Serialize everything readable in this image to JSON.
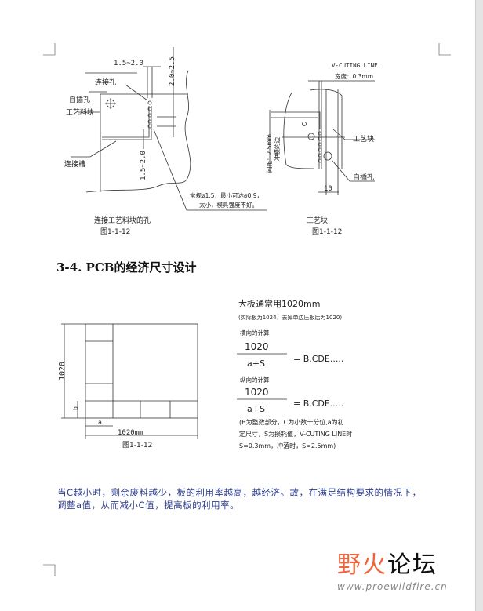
{
  "figure_left": {
    "dim_top": "1.5~2.0",
    "dim_vertical_top": "2.0~2.5",
    "dim_vertical_bottom": "1.5~2.0",
    "label_connect_hole": "连接孔",
    "label_self_insert_hole": "自插孔",
    "label_process_block": "工艺料块",
    "label_connect_slot": "连接槽",
    "note_line1": "常规ø1.5，最小可达ø0.9，",
    "note_line2": "太小，模具强度不好。",
    "caption": "连接工艺料块的孔",
    "figure_no": "图1-1-12"
  },
  "figure_right": {
    "vcut_label": "V-CUTING LINE",
    "vcut_width": "宽度：0.3mm",
    "die_edge_label": "冲模的边",
    "die_edge_spacing": "间距：2.5mm",
    "label_process_block": "工艺块",
    "label_self_insert_hole": "自插孔",
    "dim_10": "10",
    "caption": "工艺块",
    "figure_no": "图1-1-12"
  },
  "section_heading": "3-4.  PCB的经济尺寸设计",
  "figure_board": {
    "dim_height": "1020",
    "dim_width": "1020mm",
    "label_a": "a",
    "label_b": "b",
    "figure_no": "图1-1-12"
  },
  "formulas": {
    "title": "大板通常用1020mm",
    "subtitle": "(实际板为1024，去掉单边压板后为1020)",
    "horizontal_label": "横向的计算",
    "vertical_label": "纵向的计算",
    "numerator": "1020",
    "denominator": "a+S",
    "result": "= B.CDE.....",
    "explain_line1": "(B为整数部分，C为小数十分位,a为初",
    "explain_line2": "定尺寸，S为损耗值，V-CUTING LINE时",
    "explain_line3": "S=0.3mm，冲落时，S=2.5mm)"
  },
  "paragraph": {
    "line1": "当C越小时，剩余废料越少，板的利用率越高，越经济。故，在满足结构要求的情况下，",
    "line2": "调整a值，从而减小C值，提高板的利用率。"
  },
  "watermark": {
    "cn_part1": "野火",
    "cn_part2": "论坛",
    "url": "www.proewildfire.cn"
  }
}
